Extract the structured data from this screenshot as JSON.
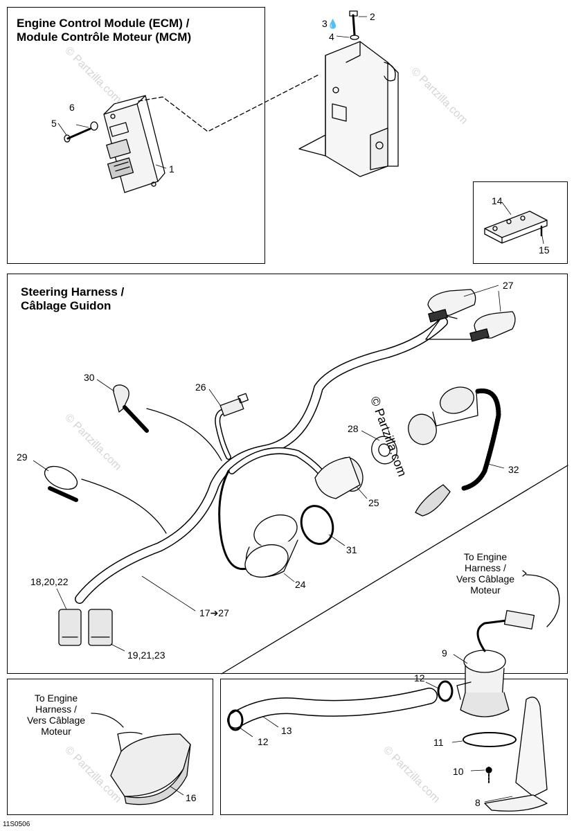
{
  "titles": {
    "ecm_line1": "Engine Control Module (ECM) /",
    "ecm_line2": "Module Contrôle Moteur (MCM)",
    "steering_line1": "Steering Harness /",
    "steering_line2": "Câblage Guidon"
  },
  "callouts": {
    "n1": "1",
    "n2": "2",
    "n3": "3",
    "n4": "4",
    "n5": "5",
    "n6": "6",
    "n8": "8",
    "n9": "9",
    "n10": "10",
    "n11": "11",
    "n12a": "12",
    "n12b": "12",
    "n13": "13",
    "n14": "14",
    "n15": "15",
    "n16": "16",
    "n17": "17➔27",
    "n18": "18,20,22",
    "n19": "19,21,23",
    "n24": "24",
    "n25": "25",
    "n26": "26",
    "n27": "27",
    "n28": "28",
    "n29": "29",
    "n30": "30",
    "n31": "31",
    "n32": "32"
  },
  "notes": {
    "engine_right": [
      "To Engine",
      "Harness /",
      "Vers Câblage",
      "Moteur"
    ],
    "engine_left": [
      "To Engine",
      "Harness /",
      "Vers Câblage",
      "Moteur"
    ]
  },
  "watermark": {
    "text": "© Partzilla.com",
    "vertical_text": "© Partzilla.com"
  },
  "footer": {
    "code": "11S0506"
  }
}
